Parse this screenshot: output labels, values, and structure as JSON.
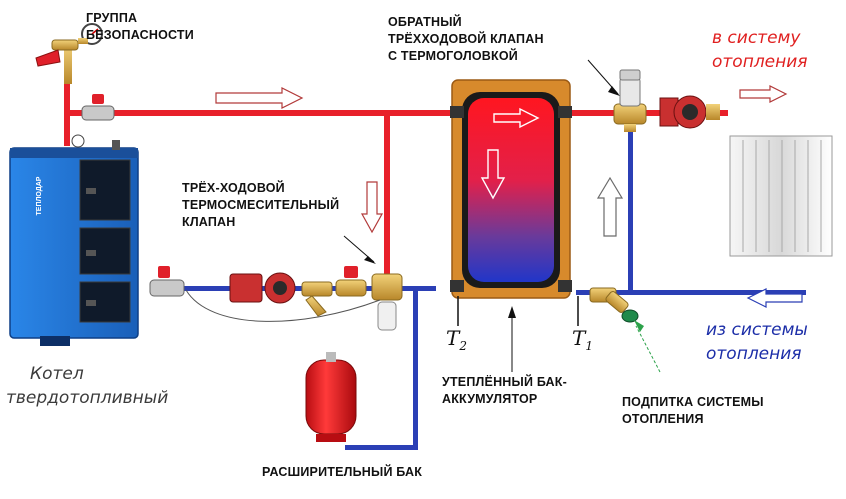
{
  "labels": {
    "safety_group": [
      "ГРУППА",
      "БЕЗОПАСНОСТИ"
    ],
    "return_valve": [
      "ОБРАТНЫЙ",
      "ТРЁХХОДОВОЙ КЛАПАН",
      "С ТЕРМОГОЛОВКОЙ"
    ],
    "mixing_valve": [
      "ТРЁХ-ХОДОВОЙ",
      "ТЕРМОСМЕСИТЕЛЬНЫЙ",
      "КЛАПАН"
    ],
    "tank": [
      "УТЕПЛЁННЫЙ БАК-",
      "АККУМУЛЯТОР"
    ],
    "makeup": [
      "ПОДПИТКА СИСТЕМЫ",
      "ОТОПЛЕНИЯ"
    ],
    "expansion_tank": "РАСШИРИТЕЛЬНЫЙ БАК"
  },
  "side_text": {
    "to_system": [
      "в систему",
      "отопления"
    ],
    "from_system": [
      "из системы",
      "отопления"
    ]
  },
  "boiler": {
    "caption": [
      "Котел",
      "твердотопливный"
    ],
    "brand": "ТЕПЛОДАР"
  },
  "sensors": {
    "t2": {
      "letter": "T",
      "index": "2"
    },
    "t1": {
      "letter": "T",
      "index": "1"
    }
  },
  "colors": {
    "hot_pipe": "#e8202a",
    "cold_pipe": "#2b3fb5",
    "boiler_body": "#1f6fd0",
    "tank_jacket": "#d78a2c",
    "expansion_tank": "#e3161c"
  }
}
